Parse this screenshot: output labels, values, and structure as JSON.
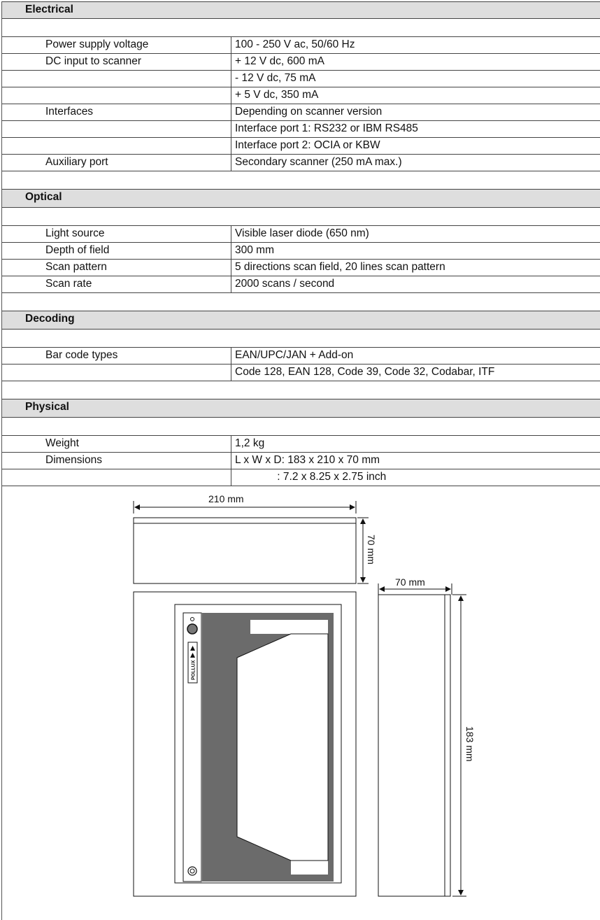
{
  "sections": {
    "electrical": {
      "title": "Electrical",
      "rows": [
        {
          "label": "Power supply voltage",
          "value": "100 - 250 V ac, 50/60 Hz"
        },
        {
          "label": "DC input to scanner",
          "value": "+ 12 V dc, 600 mA"
        },
        {
          "label": "",
          "value": "- 12 V dc, 75 mA"
        },
        {
          "label": "",
          "value": "+ 5 V dc, 350 mA"
        },
        {
          "label": "Interfaces",
          "value": "Depending on scanner version"
        },
        {
          "label": "",
          "value": "Interface port 1: RS232 or IBM RS485"
        },
        {
          "label": "",
          "value": "Interface port 2: OCIA or KBW"
        },
        {
          "label": "Auxiliary port",
          "value": "Secondary scanner (250 mA max.)"
        }
      ]
    },
    "optical": {
      "title": "Optical",
      "rows": [
        {
          "label": "Light source",
          "value": "Visible laser diode (650 nm)"
        },
        {
          "label": "Depth of field",
          "value": "300 mm"
        },
        {
          "label": "Scan pattern",
          "value": "5 directions scan field, 20 lines scan pattern"
        },
        {
          "label": "Scan rate",
          "value": "2000 scans / second"
        }
      ]
    },
    "decoding": {
      "title": "Decoding",
      "rows": [
        {
          "label": "Bar code types",
          "value": "EAN/UPC/JAN + Add-on"
        },
        {
          "label": "",
          "value": "Code 128, EAN 128, Code 39, Code 32, Codabar, ITF"
        }
      ]
    },
    "physical": {
      "title": "Physical",
      "rows": [
        {
          "label": "Weight",
          "value": "1,2 kg"
        },
        {
          "label": "Dimensions",
          "value": "L x W x D: 183 x 210 x 70 mm"
        },
        {
          "label": "",
          "value": "              : 7.2 x 8.25 x 2.75 inch"
        }
      ]
    }
  },
  "drawing": {
    "width_label": "210 mm",
    "height_label": "70 mm",
    "depth_label": "70 mm",
    "length_label": "183 mm",
    "brand_label": "POLLUX"
  },
  "colors": {
    "section_bg": "#dedede",
    "scanner_window": "#6b6b6b",
    "line": "#444444"
  }
}
